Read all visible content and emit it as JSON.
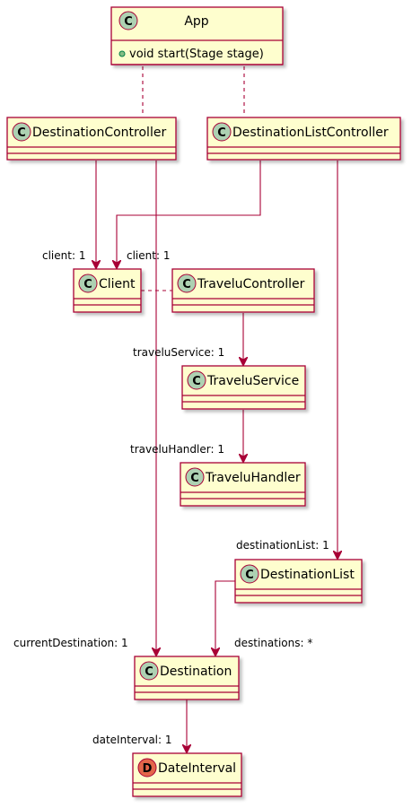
{
  "classes": {
    "app": {
      "name": "App",
      "stereotype": "C",
      "member": "void start(Stage stage)",
      "member_visibility": "public",
      "member_visibility_color": "#84be84"
    },
    "destination_controller": {
      "name": "DestinationController",
      "stereotype": "C"
    },
    "destination_list_controller": {
      "name": "DestinationListController",
      "stereotype": "C"
    },
    "client": {
      "name": "Client",
      "stereotype": "C"
    },
    "travelu_controller": {
      "name": "TraveluController",
      "stereotype": "C"
    },
    "travelu_service": {
      "name": "TraveluService",
      "stereotype": "C"
    },
    "travelu_handler": {
      "name": "TraveluHandler",
      "stereotype": "C"
    },
    "destination_list": {
      "name": "DestinationList",
      "stereotype": "C"
    },
    "destination": {
      "name": "Destination",
      "stereotype": "C"
    },
    "date_interval": {
      "name": "DateInterval",
      "stereotype": "D"
    }
  },
  "roles": {
    "client_from_destination_controller": "client: 1",
    "client_from_destination_list_controller": "client: 1",
    "travelu_service": "traveluService: 1",
    "travelu_handler": "traveluHandler: 1",
    "destination_list": "destinationList: 1",
    "current_destination": "currentDestination: 1",
    "destinations": "destinations: *",
    "date_interval": "dateInterval: 1"
  },
  "colors": {
    "class_fill": "#fefece",
    "border": "#a80036",
    "class_badge": "#add1b2",
    "datatype_badge": "#e3664a",
    "shadow": "#c8c8c8"
  }
}
